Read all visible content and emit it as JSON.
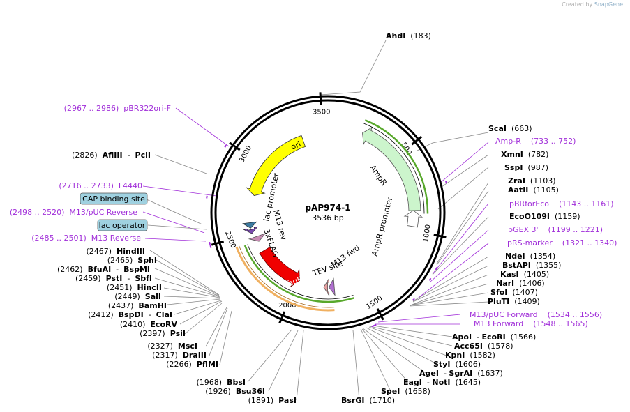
{
  "credit": {
    "prefix": "Created by",
    "brand": "SnapGene"
  },
  "plasmid": {
    "name": "pAP974-1",
    "size_label": "3536 bp",
    "length": 3536
  },
  "ticks": [
    "500",
    "1000",
    "1500",
    "2000",
    "2500",
    "3000",
    "3500"
  ],
  "features": [
    {
      "name": "ori",
      "color": "#ffff00"
    },
    {
      "name": "AmpR",
      "color": "#ccf5cc"
    },
    {
      "name": "AmpR promoter",
      "color": "#ffffff"
    },
    {
      "name": "lac promoter",
      "color": "#ffffff"
    },
    {
      "name": "M13 rev",
      "color": "#ffffff"
    },
    {
      "name": "3xFLAG",
      "color": "#c88cb4"
    },
    {
      "name": "TagRFP",
      "color": "#f00000"
    },
    {
      "name": "TEV site",
      "color": "#b070d0"
    },
    {
      "name": "M13 fwd",
      "color": "#ffffff"
    }
  ],
  "boxed_labels": [
    {
      "text": "CAP binding site"
    },
    {
      "text": "lac operator"
    }
  ],
  "site_labels": [
    {
      "parts": [
        {
          "t": "AhdI",
          "s": "b"
        },
        {
          "t": "  (183)",
          "s": "n"
        }
      ]
    },
    {
      "parts": [
        {
          "t": "ScaI",
          "s": "b"
        },
        {
          "t": "  (663)",
          "s": "n"
        }
      ]
    },
    {
      "parts": [
        {
          "t": "Amp-R    (733 .. 752)",
          "s": "p"
        }
      ]
    },
    {
      "parts": [
        {
          "t": "XmnI",
          "s": "b"
        },
        {
          "t": "  (782)",
          "s": "n"
        }
      ]
    },
    {
      "parts": [
        {
          "t": "SspI",
          "s": "b"
        },
        {
          "t": "  (987)",
          "s": "n"
        }
      ]
    },
    {
      "parts": [
        {
          "t": "ZraI",
          "s": "b"
        },
        {
          "t": "  (1103)",
          "s": "n"
        }
      ]
    },
    {
      "parts": [
        {
          "t": "AatII",
          "s": "b"
        },
        {
          "t": "  (1105)",
          "s": "n"
        }
      ]
    },
    {
      "parts": [
        {
          "t": "pBRforEco    (1143 .. 1161)",
          "s": "p"
        }
      ]
    },
    {
      "parts": [
        {
          "t": "EcoO109I",
          "s": "b"
        },
        {
          "t": "  (1159)",
          "s": "n"
        }
      ]
    },
    {
      "parts": [
        {
          "t": "pGEX 3'    (1199 .. 1221)",
          "s": "p"
        }
      ]
    },
    {
      "parts": [
        {
          "t": "pRS-marker    (1321 .. 1340)",
          "s": "p"
        }
      ]
    },
    {
      "parts": [
        {
          "t": "NdeI",
          "s": "b"
        },
        {
          "t": "  (1354)",
          "s": "n"
        }
      ]
    },
    {
      "parts": [
        {
          "t": "BstAPI",
          "s": "b"
        },
        {
          "t": "  (1355)",
          "s": "n"
        }
      ]
    },
    {
      "parts": [
        {
          "t": "KasI",
          "s": "b"
        },
        {
          "t": "  (1405)",
          "s": "n"
        }
      ]
    },
    {
      "parts": [
        {
          "t": "NarI",
          "s": "b"
        },
        {
          "t": "  (1406)",
          "s": "n"
        }
      ]
    },
    {
      "parts": [
        {
          "t": "SfoI",
          "s": "b"
        },
        {
          "t": "  (1407)",
          "s": "n"
        }
      ]
    },
    {
      "parts": [
        {
          "t": "PluTI",
          "s": "b"
        },
        {
          "t": "  (1409)",
          "s": "n"
        }
      ]
    },
    {
      "parts": [
        {
          "t": "M13/pUC Forward    (1534 .. 1556)",
          "s": "p"
        }
      ]
    },
    {
      "parts": [
        {
          "t": "M13 Forward    (1548 .. 1565)",
          "s": "p"
        }
      ]
    },
    {
      "parts": [
        {
          "t": "ApoI",
          "s": "b"
        },
        {
          "t": "  - ",
          "s": "n"
        },
        {
          "t": "EcoRI",
          "s": "b"
        },
        {
          "t": "  (1566)",
          "s": "n"
        }
      ]
    },
    {
      "parts": [
        {
          "t": "Acc65I",
          "s": "b"
        },
        {
          "t": "  (1578)",
          "s": "n"
        }
      ]
    },
    {
      "parts": [
        {
          "t": "KpnI",
          "s": "b"
        },
        {
          "t": "  (1582)",
          "s": "n"
        }
      ]
    },
    {
      "parts": [
        {
          "t": "StyI",
          "s": "b"
        },
        {
          "t": "  (1606)",
          "s": "n"
        }
      ]
    },
    {
      "parts": [
        {
          "t": "AgeI",
          "s": "b"
        },
        {
          "t": "  - ",
          "s": "n"
        },
        {
          "t": "SgrAI",
          "s": "b"
        },
        {
          "t": "  (1637)",
          "s": "n"
        }
      ]
    },
    {
      "parts": [
        {
          "t": "EagI",
          "s": "b"
        },
        {
          "t": "  - ",
          "s": "n"
        },
        {
          "t": "NotI",
          "s": "b"
        },
        {
          "t": "  (1645)",
          "s": "n"
        }
      ]
    },
    {
      "parts": [
        {
          "t": "SpeI",
          "s": "b"
        },
        {
          "t": "  (1658)",
          "s": "n"
        }
      ]
    },
    {
      "parts": [
        {
          "t": "BsrGI",
          "s": "b"
        },
        {
          "t": "  (1710)",
          "s": "n"
        }
      ]
    },
    {
      "parts": [
        {
          "t": "(1891)  ",
          "s": "n"
        },
        {
          "t": "PasI",
          "s": "b"
        }
      ]
    },
    {
      "parts": [
        {
          "t": "(1926)  ",
          "s": "n"
        },
        {
          "t": "Bsu36I",
          "s": "b"
        }
      ]
    },
    {
      "parts": [
        {
          "t": "(1968)  ",
          "s": "n"
        },
        {
          "t": "BbsI",
          "s": "b"
        }
      ]
    },
    {
      "parts": [
        {
          "t": "(2266)  ",
          "s": "n"
        },
        {
          "t": "PflMI",
          "s": "b"
        }
      ]
    },
    {
      "parts": [
        {
          "t": "(2317)  ",
          "s": "n"
        },
        {
          "t": "DraIII",
          "s": "b"
        }
      ]
    },
    {
      "parts": [
        {
          "t": "(2327)  ",
          "s": "n"
        },
        {
          "t": "MscI",
          "s": "b"
        }
      ]
    },
    {
      "parts": [
        {
          "t": "(2397)  ",
          "s": "n"
        },
        {
          "t": "PsiI",
          "s": "b"
        }
      ]
    },
    {
      "parts": [
        {
          "t": "(2410)  ",
          "s": "n"
        },
        {
          "t": "EcoRV",
          "s": "b"
        }
      ]
    },
    {
      "parts": [
        {
          "t": "(2412)  ",
          "s": "n"
        },
        {
          "t": "BspDI",
          "s": "b"
        },
        {
          "t": "  -  ",
          "s": "n"
        },
        {
          "t": "ClaI",
          "s": "b"
        }
      ]
    },
    {
      "parts": [
        {
          "t": "(2437)  ",
          "s": "n"
        },
        {
          "t": "BamHI",
          "s": "b"
        }
      ]
    },
    {
      "parts": [
        {
          "t": "(2449)  ",
          "s": "n"
        },
        {
          "t": "SalI",
          "s": "b"
        }
      ]
    },
    {
      "parts": [
        {
          "t": "(2451)  ",
          "s": "n"
        },
        {
          "t": "HincII",
          "s": "b"
        }
      ]
    },
    {
      "parts": [
        {
          "t": "(2459)  ",
          "s": "n"
        },
        {
          "t": "PstI",
          "s": "b"
        },
        {
          "t": "  -  ",
          "s": "n"
        },
        {
          "t": "SbfI",
          "s": "b"
        }
      ]
    },
    {
      "parts": [
        {
          "t": "(2462)  ",
          "s": "n"
        },
        {
          "t": "BfuAI",
          "s": "b"
        },
        {
          "t": "  -  ",
          "s": "n"
        },
        {
          "t": "BspMI",
          "s": "b"
        }
      ]
    },
    {
      "parts": [
        {
          "t": "(2465)  ",
          "s": "n"
        },
        {
          "t": "SphI",
          "s": "b"
        }
      ]
    },
    {
      "parts": [
        {
          "t": "(2467)  ",
          "s": "n"
        },
        {
          "t": "HindIII",
          "s": "b"
        }
      ]
    },
    {
      "parts": [
        {
          "t": "(2485 .. 2501)  M13 Reverse",
          "s": "p"
        }
      ]
    },
    {
      "parts": [
        {
          "t": "(2498 .. 2520)  M13/pUC Reverse",
          "s": "p"
        }
      ]
    },
    {
      "parts": [
        {
          "t": "(2716 .. 2733)  L4440",
          "s": "p"
        }
      ]
    },
    {
      "parts": [
        {
          "t": "(2826)  ",
          "s": "n"
        },
        {
          "t": "AflIII",
          "s": "b"
        },
        {
          "t": "  -  ",
          "s": "n"
        },
        {
          "t": "PciI",
          "s": "b"
        }
      ]
    },
    {
      "parts": [
        {
          "t": "(2967 .. 2986)  pBR322ori-F",
          "s": "p"
        }
      ]
    }
  ],
  "colors": {
    "primer": "#a12fd9",
    "backbone": "#000000",
    "leader": "#888888"
  }
}
